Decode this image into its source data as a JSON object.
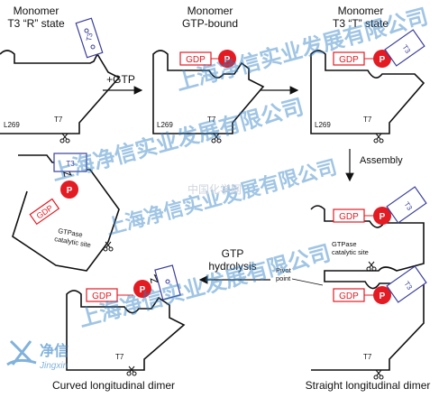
{
  "states": {
    "r_state": {
      "title_line1": "Monomer",
      "title_line2": "T3 “R” state",
      "residue_left": "L269",
      "residue_right": "T7",
      "domain_label": "T3"
    },
    "gtp_bound": {
      "title_line1": "Monomer",
      "title_line2": "GTP-bound",
      "residue_left": "L269",
      "residue_right": "T7",
      "gdp_label": "GDP",
      "p_label": "P"
    },
    "t_state": {
      "title_line1": "Monomer",
      "title_line2": "T3 “T” state",
      "residue_left": "L269",
      "residue_right": "T7",
      "gdp_label": "GDP",
      "p_label": "P",
      "domain_label": "T3"
    }
  },
  "arrows": {
    "plus_gtp": "+GTP",
    "assembly": "Assembly",
    "hydrolysis_line1": "GTP",
    "hydrolysis_line2": "hydrolysis"
  },
  "straight_dimer": {
    "caption": "Straight longitudinal dimer",
    "top_gdp": "GDP",
    "top_p": "P",
    "top_domain": "T3",
    "bottom_gdp": "GDP",
    "bottom_p": "P",
    "bottom_domain": "T3",
    "site_line1": "GTPase",
    "site_line2": "catalytic site",
    "pivot_line1": "Pivot",
    "pivot_line2": "point",
    "residue": "T7"
  },
  "curved_dimer": {
    "caption": "Curved longitudinal dimer",
    "top_gdp": "GDP",
    "top_p": "P",
    "top_domain": "T3",
    "bottom_gdp": "GDP",
    "bottom_p": "P",
    "site_line1": "GTPase",
    "site_line2": "catalytic site",
    "residue": "T7"
  },
  "watermark": {
    "company": "上海净信实业发展有限公司",
    "center_text": "中国化学网",
    "logo_cn": "净信",
    "logo_en": "Jingxin"
  },
  "colors": {
    "red": "#e31b23",
    "blue": "#3a3f9b",
    "black": "#111111",
    "watermark_blue": "#2f7fc4"
  }
}
